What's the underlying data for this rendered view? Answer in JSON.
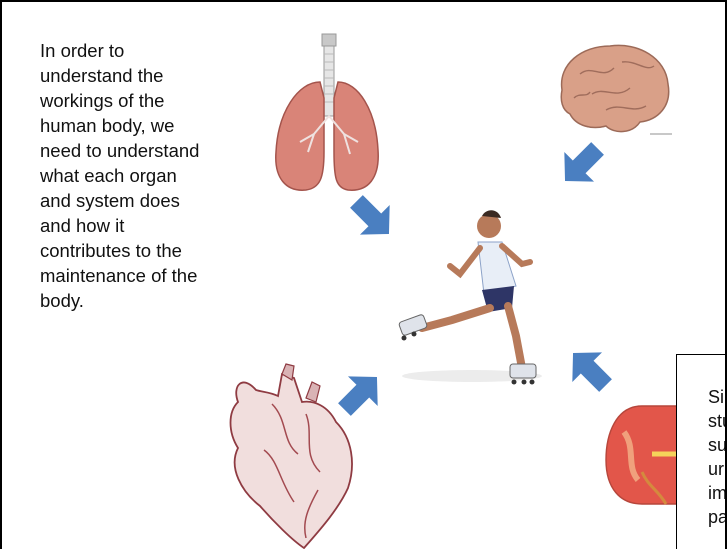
{
  "intro_text": {
    "lines": [
      "In order to",
      "understand the",
      "workings of the",
      "human body, we",
      "need to understand",
      "what each organ",
      "and system does",
      "and how it",
      "contributes to the",
      "maintenance of the",
      "body."
    ]
  },
  "callout_text": {
    "lines": [
      "Si",
      "stu",
      "su",
      "ur",
      "im",
      "pa"
    ]
  },
  "colors": {
    "arrow": "#4a7fc1",
    "lung": "#d98478",
    "brain": "#d9a088",
    "heart": "#b5545c",
    "kidney": "#e2564a"
  },
  "icons": [
    "lungs-icon",
    "brain-icon",
    "heart-icon",
    "kidney-icon",
    "runner-icon",
    "arrow-icon"
  ]
}
